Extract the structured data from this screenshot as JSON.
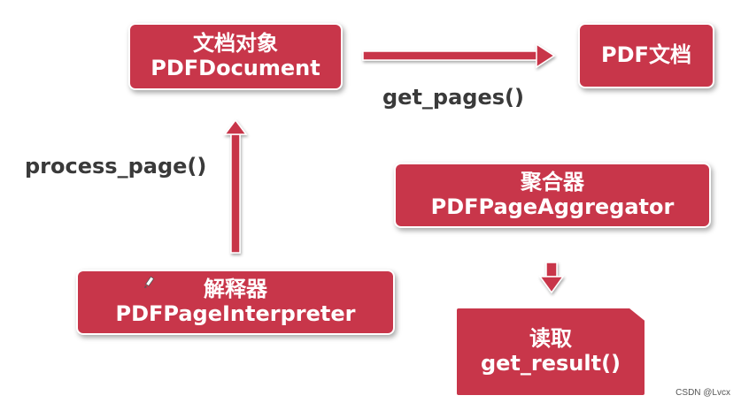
{
  "nodes": {
    "document": {
      "line1": "文档对象",
      "line2": "PDFDocument"
    },
    "pdf": {
      "label": "PDF文档"
    },
    "aggregator": {
      "line1": "聚合器",
      "line2": "PDFPageAggregator"
    },
    "interpreter": {
      "line1": "解释器",
      "line2": "PDFPageInterpreter"
    },
    "read": {
      "line1": "读取",
      "line2": "get_result()"
    }
  },
  "edges": {
    "get_pages": "get_pages()",
    "process_page": "process_page()"
  },
  "watermark": "CSDN @Lvcx",
  "colors": {
    "box_fill": "#c8364a",
    "box_text": "#ffffff",
    "label_text": "#3a3a3a"
  },
  "icons": [
    "pencil-icon"
  ]
}
